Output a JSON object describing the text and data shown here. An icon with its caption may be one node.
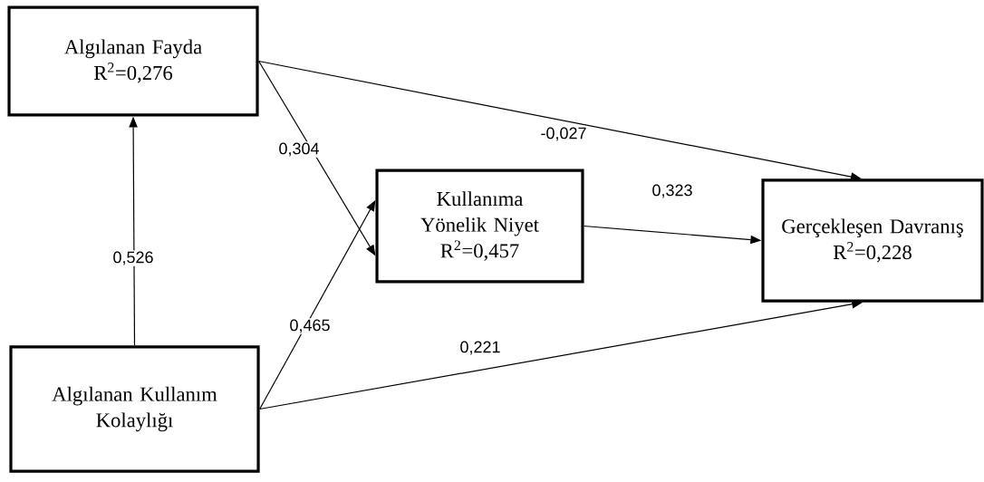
{
  "diagram": {
    "nodes": [
      {
        "text": [
          "Algılanan Fayda",
          "R$^{2}$=0,276"
        ]
      },
      {
        "text": [
          "Kullanıma Yönelik Niyet",
          "R$^{2}$=0,457"
        ]
      },
      {
        "text": [
          "Gerçekleşen Davranış",
          "R$^{2}$=0,228"
        ]
      },
      {
        "text": [
          "Algılanan Kullanım Kolaylığı"
        ]
      }
    ],
    "edges": [
      {
        "from": 3,
        "to": 0,
        "arrow": "to",
        "label": "0,526"
      },
      {
        "from": 0,
        "to": 1,
        "arrow": "to",
        "label": "0,304"
      },
      {
        "from": 3,
        "to": 1,
        "arrow": "to",
        "label": "0,465"
      },
      {
        "from": 1,
        "to": 2,
        "arrow": "to",
        "label": "0,323"
      },
      {
        "from": 0,
        "to": 2,
        "arrow": "to",
        "label": "-0,027"
      },
      {
        "from": 3,
        "to": 2,
        "arrow": "to",
        "label": "0,221"
      }
    ]
  }
}
